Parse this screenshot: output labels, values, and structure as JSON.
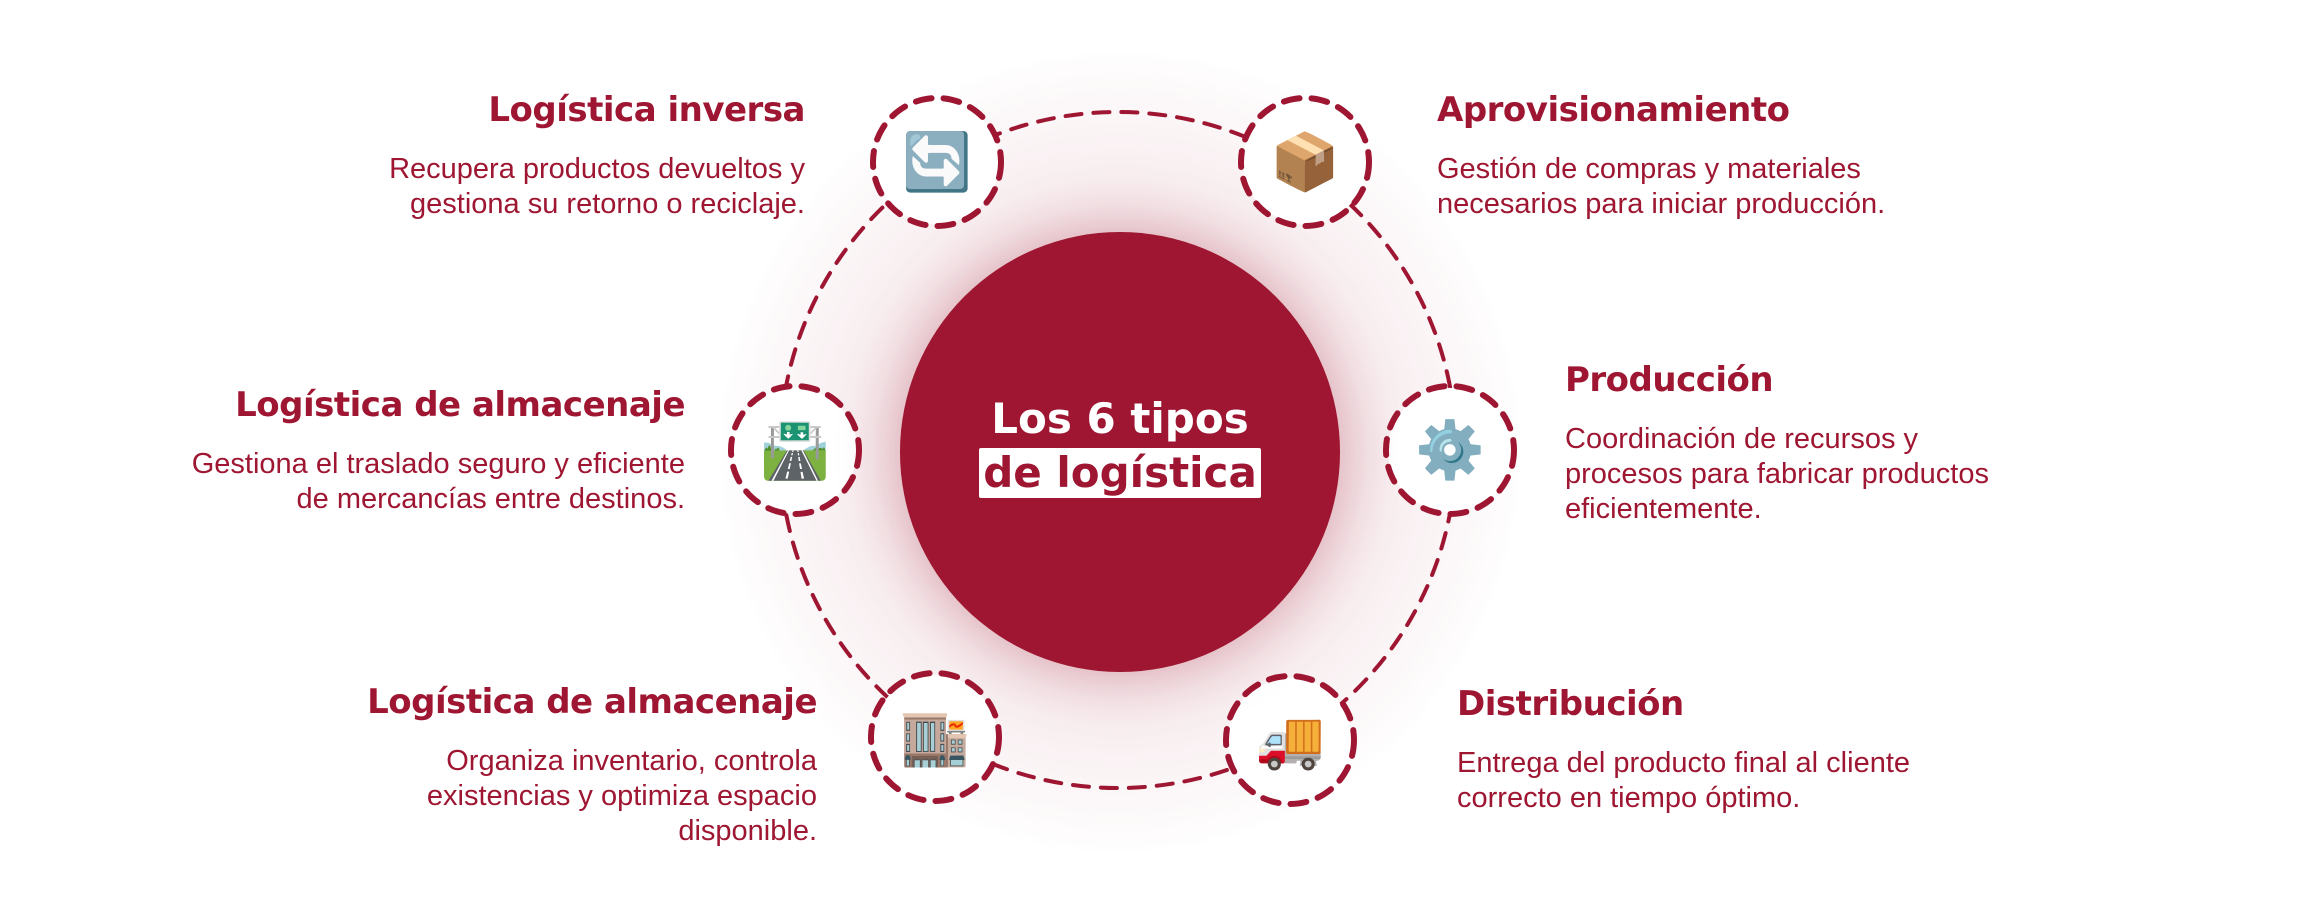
{
  "center": {
    "line1": "Los 6 tipos",
    "line2": "de logística"
  },
  "colors": {
    "primary": "#9e1631",
    "background": "#ffffff"
  },
  "types": [
    {
      "position": "top-left",
      "title": "Logística inversa",
      "description": "Recupera productos devueltos y gestiona su retorno o reciclaje.",
      "lines": [
        "Recupera productos devueltos y",
        "gestiona su retorno o reciclaje."
      ],
      "icon": "counterclockwise-arrows-icon",
      "glyph": "🔄"
    },
    {
      "position": "top-right",
      "title": "Aprovisionamiento",
      "description": "Gestión de compras y materiales necesarios para iniciar producción.",
      "lines": [
        "Gestión de compras y materiales",
        "necesarios para iniciar producción."
      ],
      "icon": "package-icon",
      "glyph": "📦"
    },
    {
      "position": "middle-left",
      "title": "Logística de almacenaje",
      "description": "Gestiona el traslado seguro y eficiente de mercancías entre destinos.",
      "lines": [
        "Gestiona el traslado seguro y eficiente",
        "de mercancías entre destinos."
      ],
      "icon": "motorway-icon",
      "glyph": "🛣️"
    },
    {
      "position": "middle-right",
      "title": "Producción",
      "description": "Coordinación de recursos y procesos para fabricar productos eficientemente.",
      "lines": [
        "Coordinación de recursos y",
        "procesos para fabricar productos",
        "eficientemente."
      ],
      "icon": "gear-icon",
      "glyph": "⚙️"
    },
    {
      "position": "bottom-left",
      "title": "Logística de almacenaje",
      "description": "Organiza inventario, controla existencias y optimiza espacio disponible.",
      "lines": [
        "Organiza inventario, controla",
        "existencias y optimiza espacio",
        "disponible."
      ],
      "icon": "department-store-icon",
      "glyph": "🏬"
    },
    {
      "position": "bottom-right",
      "title": "Distribución",
      "description": "Entrega del producto final al cliente correcto en tiempo óptimo.",
      "lines": [
        "Entrega del producto final al cliente",
        "correcto en tiempo óptimo."
      ],
      "icon": "delivery-truck-icon",
      "glyph": "🚚"
    }
  ]
}
